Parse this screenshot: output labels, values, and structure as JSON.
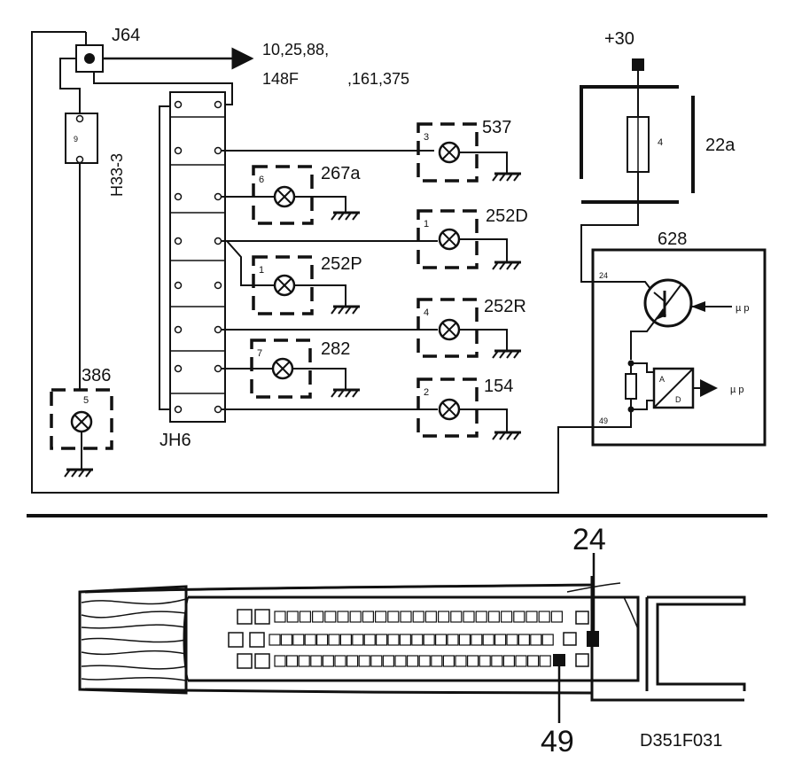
{
  "labels": {
    "j64": "J64",
    "dest_line1": "10,25,88,",
    "dest_line2a": "148F",
    "dest_line2b": ",161,375",
    "h33": "H33-3",
    "h33_pin": "9",
    "jh6": "JH6",
    "plus30": "+30",
    "fuse_box": "22a",
    "fuse_num": "4",
    "ecu": "628",
    "ecu_pin24": "24",
    "ecu_pin49": "49",
    "ecu_mu_top": "µ p",
    "ecu_mu_bot": "µ p",
    "adc_a": "A",
    "adc_d": "D",
    "pin24_big": "24",
    "pin49_big": "49",
    "drawing_code": "D351F031"
  },
  "lamps": [
    {
      "num": "3",
      "label": "537"
    },
    {
      "num": "6",
      "label": "267a"
    },
    {
      "num": "1",
      "label": "252D"
    },
    {
      "num": "1",
      "label": "252P"
    },
    {
      "num": "4",
      "label": "252R"
    },
    {
      "num": "7",
      "label": "282"
    },
    {
      "num": "2",
      "label": "154"
    },
    {
      "num": "5",
      "label": "386"
    }
  ],
  "colors": {
    "ink": "#111111",
    "background": "#ffffff"
  }
}
